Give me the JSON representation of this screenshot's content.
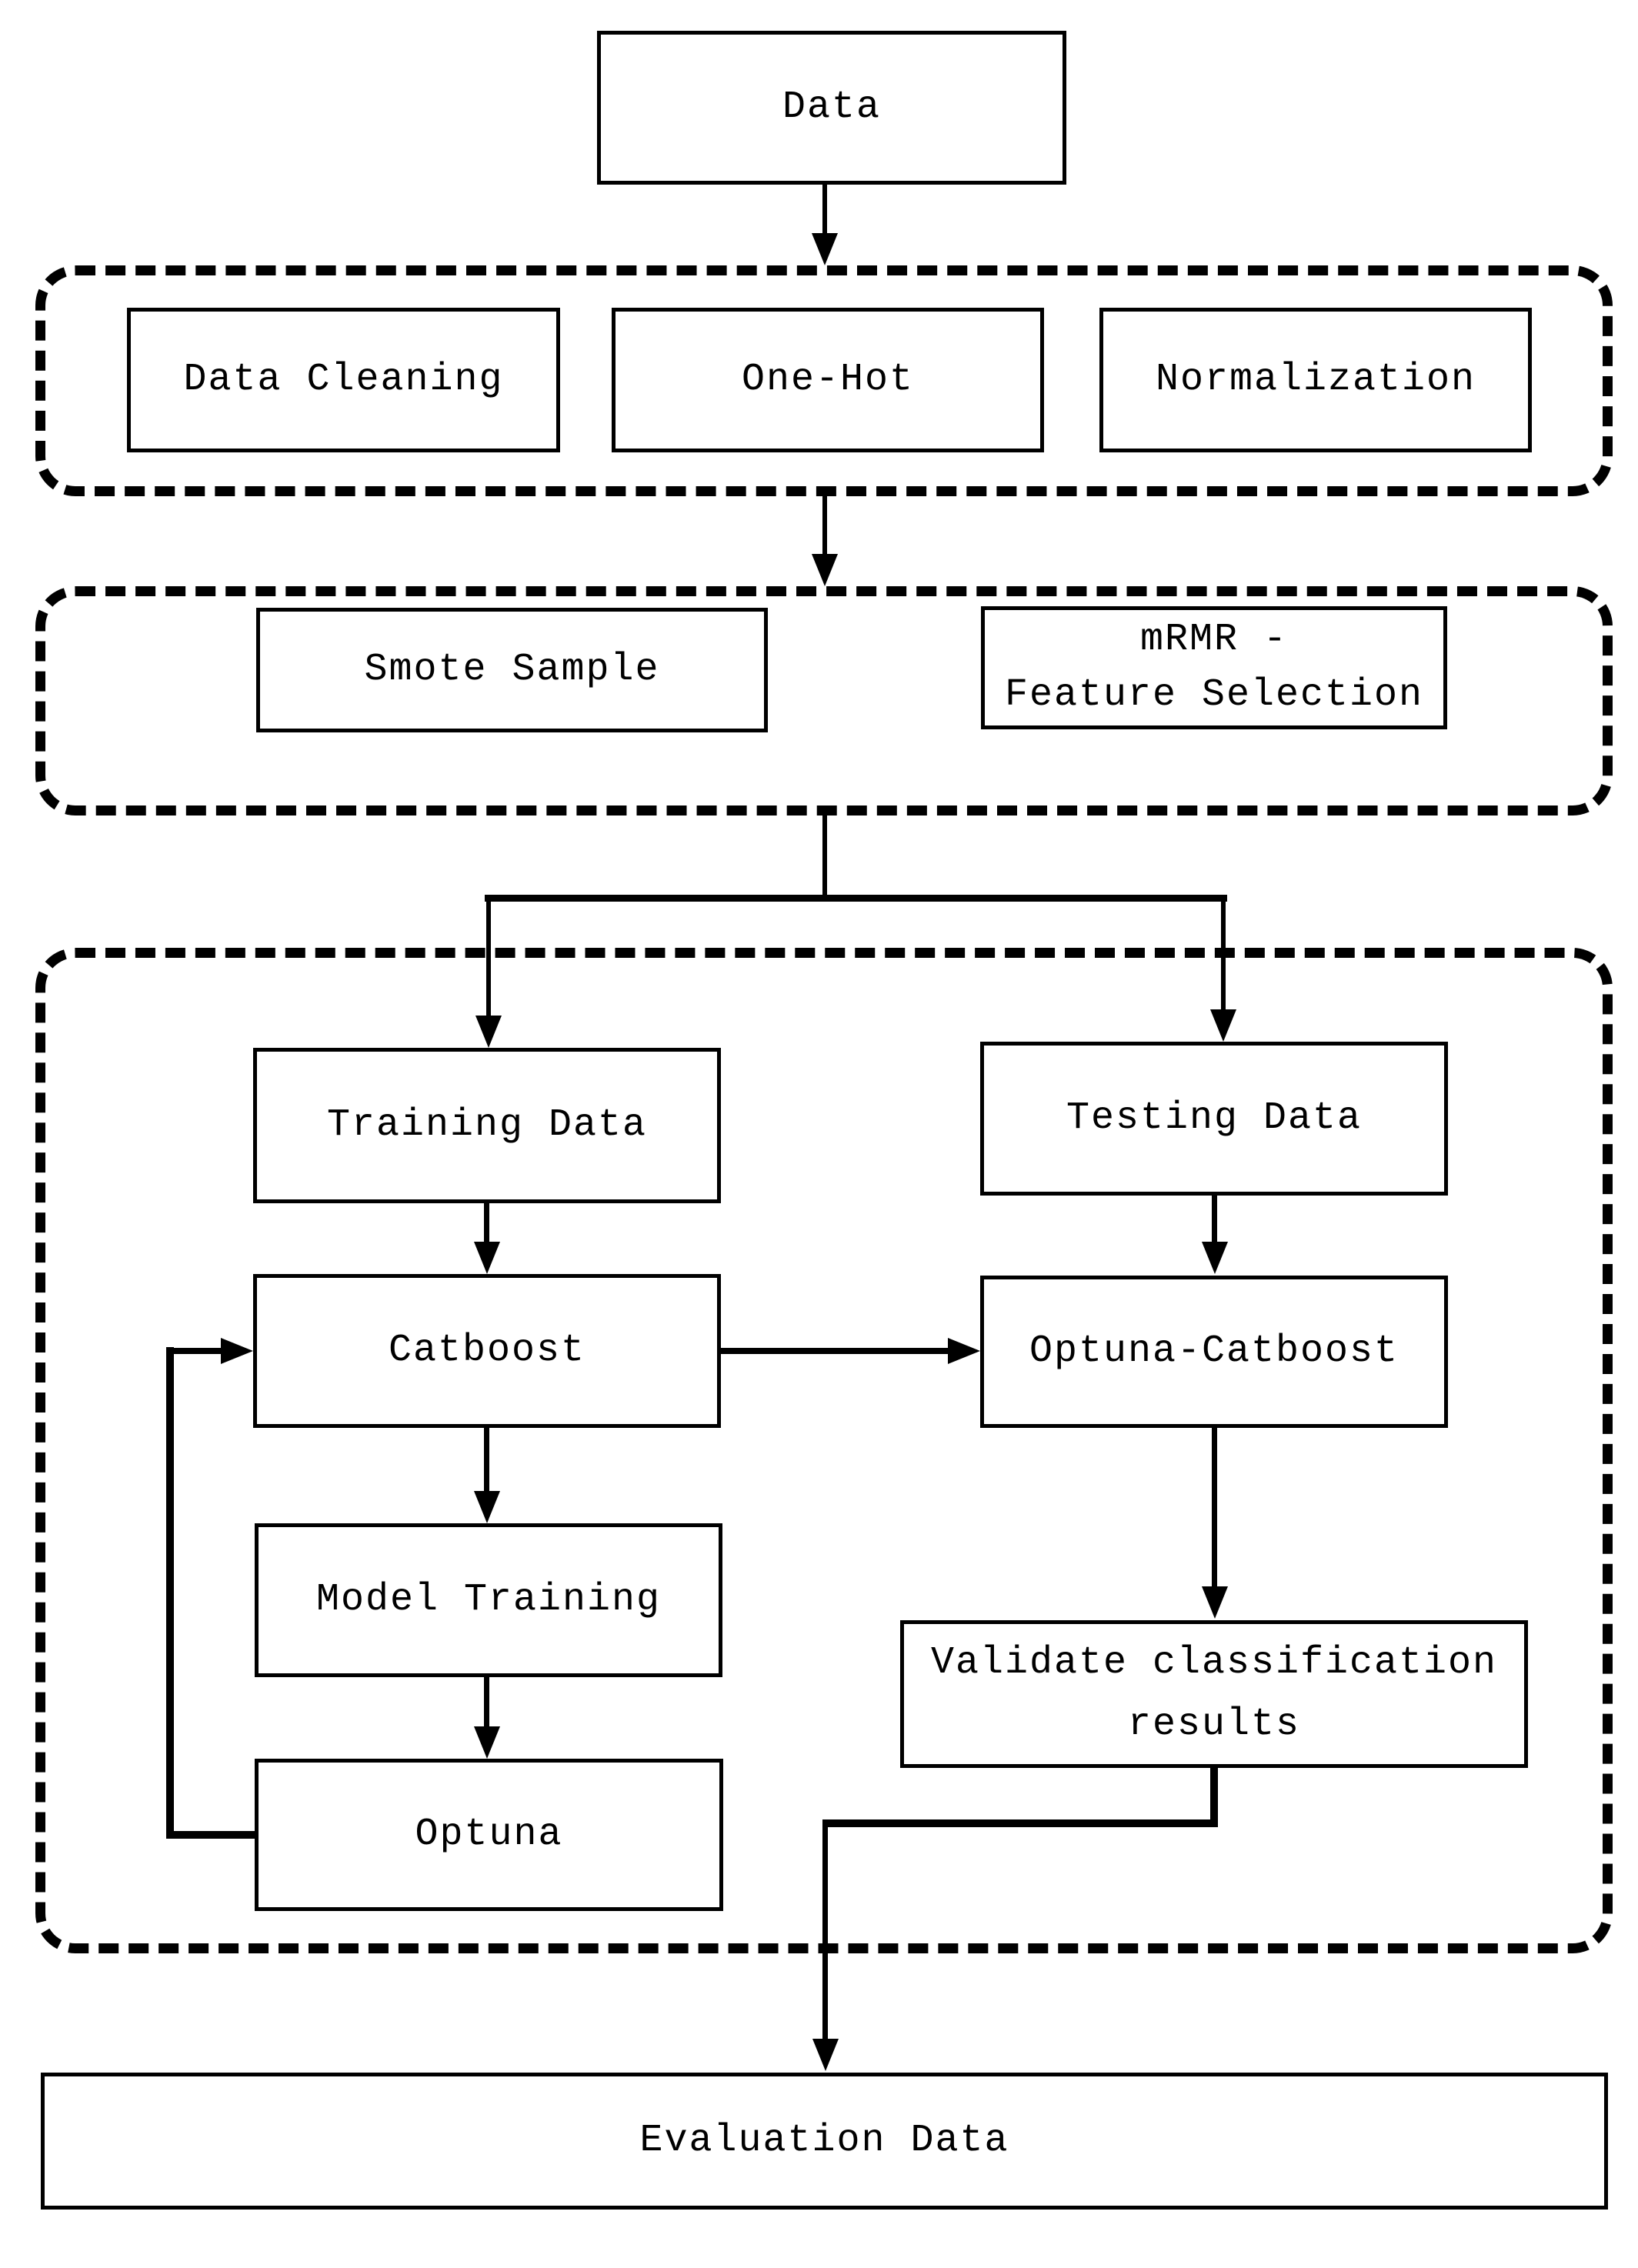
{
  "diagram": {
    "type": "flowchart",
    "background_color": "#ffffff",
    "line_color": "#000000",
    "nodes": {
      "data": {
        "label": "Data"
      },
      "data_cleaning": {
        "label": "Data Cleaning"
      },
      "one_hot": {
        "label": "One-Hot"
      },
      "normalization": {
        "label": "Normalization"
      },
      "smote_sample": {
        "label": "Smote Sample"
      },
      "mrmr_feature_selection": {
        "label": "mRMR -\nFeature Selection"
      },
      "training_data": {
        "label": "Training Data"
      },
      "catboost": {
        "label": "Catboost"
      },
      "model_training": {
        "label": "Model Training"
      },
      "optuna": {
        "label": "Optuna"
      },
      "testing_data": {
        "label": "Testing Data"
      },
      "optuna_catboost": {
        "label": "Optuna-Catboost"
      },
      "validate_results": {
        "label": "Validate classification results"
      },
      "evaluation_data": {
        "label": "Evaluation Data"
      }
    },
    "edges": [
      {
        "from": "data",
        "to": "preprocessing-container"
      },
      {
        "from": "preprocessing-container",
        "to": "sampling-container"
      },
      {
        "from": "sampling-container",
        "to": "training_data"
      },
      {
        "from": "sampling-container",
        "to": "testing_data"
      },
      {
        "from": "training_data",
        "to": "catboost"
      },
      {
        "from": "catboost",
        "to": "model_training"
      },
      {
        "from": "model_training",
        "to": "optuna"
      },
      {
        "from": "optuna",
        "to": "catboost"
      },
      {
        "from": "catboost",
        "to": "optuna_catboost"
      },
      {
        "from": "testing_data",
        "to": "optuna_catboost"
      },
      {
        "from": "optuna_catboost",
        "to": "validate_results"
      },
      {
        "from": "validate_results",
        "to": "evaluation_data"
      }
    ]
  }
}
